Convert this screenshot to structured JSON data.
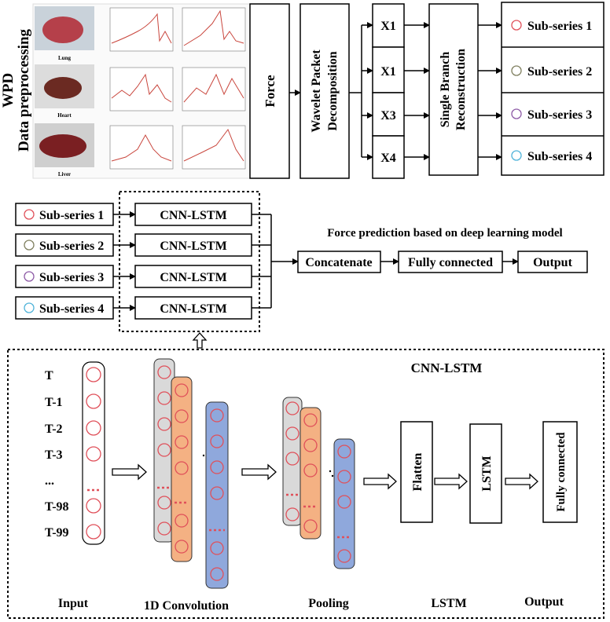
{
  "wpd": {
    "line1": "WPD",
    "line2": "Data preprocessing",
    "organs": [
      "Lung",
      "Heart",
      "Liver"
    ],
    "force": "Force",
    "wavelet_line1": "Wavelet  Packet",
    "wavelet_line2": "Decomposition",
    "components": [
      "X1",
      "X1",
      "X3",
      "X4"
    ],
    "sbr_line1": "Single Branch",
    "sbr_line2": "Reconstruction",
    "subseries": [
      "Sub-series 1",
      "Sub-series 2",
      "Sub-series 3",
      "Sub-series 4"
    ],
    "subseries_colors": [
      "#e0505a",
      "#7f7f5f",
      "#8d5aa6",
      "#4fb3d9"
    ]
  },
  "prediction": {
    "title": "Force prediction based on deep learning model",
    "subseries": [
      "Sub-series 1",
      "Sub-series 2",
      "Sub-series 3",
      "Sub-series 4"
    ],
    "cnn_lstm": [
      "CNN-LSTM",
      "CNN-LSTM",
      "CNN-LSTM",
      "CNN-LSTM"
    ],
    "concatenate": "Concatenate",
    "fully_connected": "Fully connected",
    "output": "Output"
  },
  "detail": {
    "title": "CNN-LSTM",
    "timesteps": [
      "T",
      "T-1",
      "T-2",
      "T-3",
      "...",
      "T-98",
      "T-99"
    ],
    "flatten": "Flatten",
    "lstm_box": "LSTM",
    "fc_box": "Fully connected",
    "stage_labels": [
      "Input",
      "1D Convolution",
      "Pooling",
      "LSTM",
      "Output"
    ],
    "colors": {
      "gray": "#d9d9d9",
      "orange": "#f4b183",
      "blue": "#8fa8dc",
      "circle": "#e0505a"
    }
  }
}
